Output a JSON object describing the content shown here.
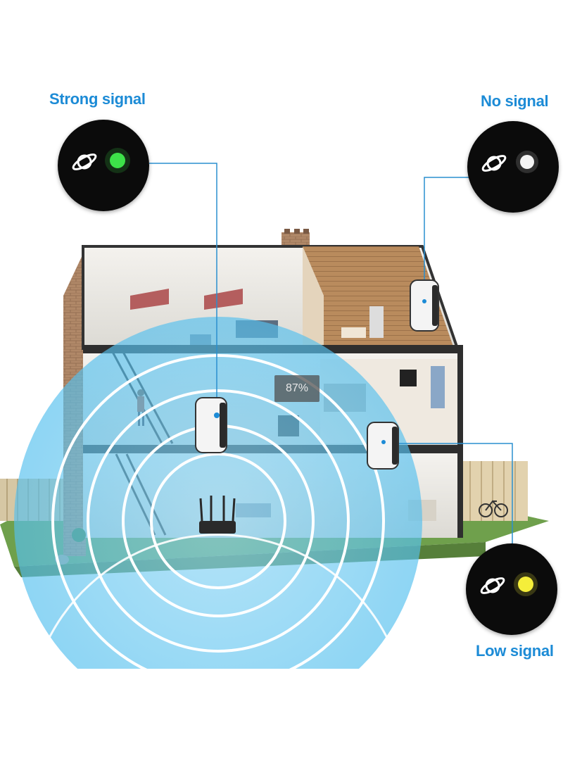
{
  "labels": {
    "strong": "Strong signal",
    "none": "No signal",
    "low": "Low signal"
  },
  "signal_readout": "87%",
  "indicators": [
    {
      "name": "strong",
      "led_color": "#3ee24a",
      "icon": "planet-icon"
    },
    {
      "name": "none",
      "led_color": "#f2f2f2",
      "icon": "planet-icon"
    },
    {
      "name": "low",
      "led_color": "#f5ee3a",
      "icon": "planet-icon"
    }
  ],
  "colors": {
    "label": "#1c8bd6",
    "coverage": "#5fc3ef",
    "connector": "#2a8fcf"
  }
}
